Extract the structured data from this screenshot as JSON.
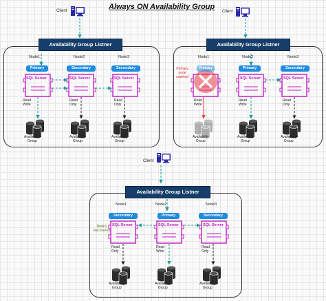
{
  "title": "Always ON Availability Group",
  "client_label": "Client",
  "listener_label": "Availability Group Listner",
  "nodes": [
    "Node1",
    "Node2",
    "Node3"
  ],
  "roles": {
    "primary": "Primary",
    "secondary": "Secondary"
  },
  "sql_label": "SQL Server",
  "read_write": [
    "Read",
    "Write"
  ],
  "read_only": [
    "Read",
    "Only"
  ],
  "ag_label": [
    "Availability",
    "Group"
  ],
  "crashed_note": [
    "Primary",
    "node",
    "crashed"
  ],
  "recovered_note": [
    "Node1",
    "Recovered"
  ],
  "colors": {
    "listener_bar": "#163e6a",
    "role_badge": "#1f8ce0",
    "sql_server": "#c219c2",
    "sync_arrow": "#1e9e9e",
    "crash": "#e8404a",
    "client_icon": "#2a2aa8"
  }
}
